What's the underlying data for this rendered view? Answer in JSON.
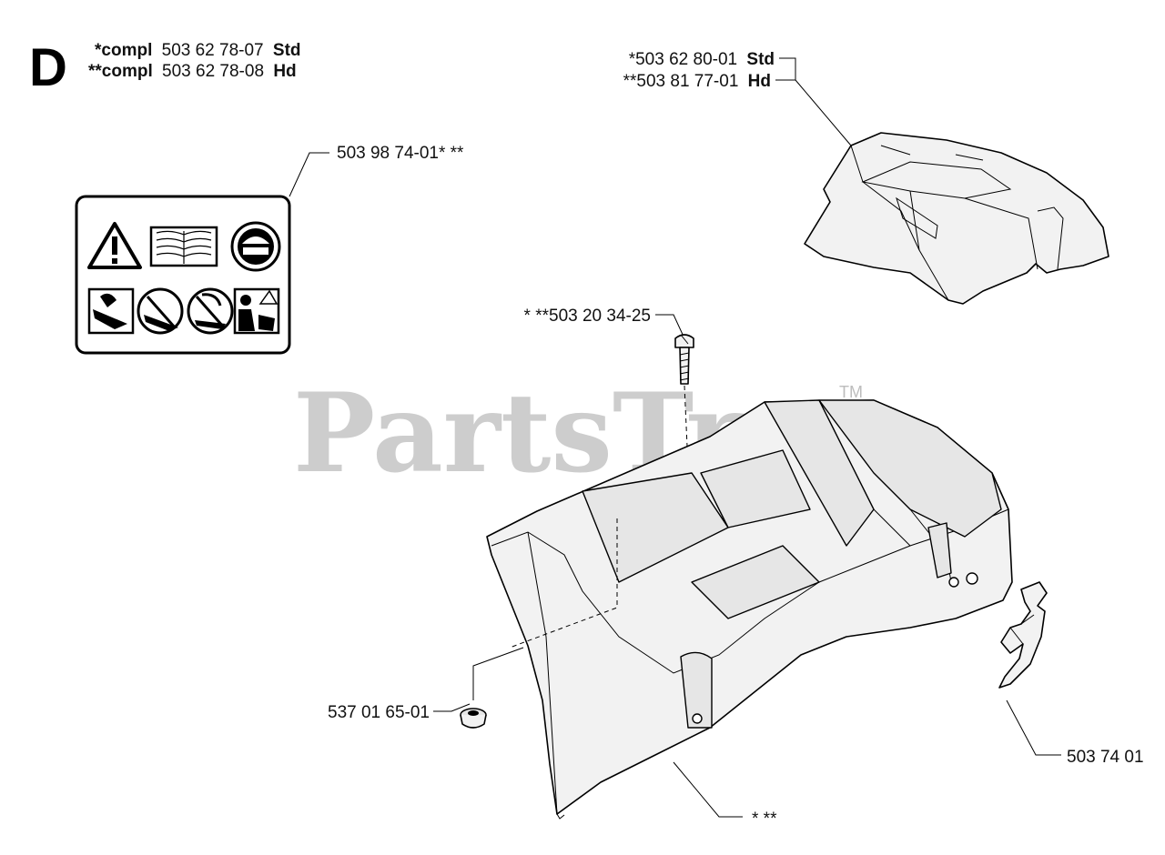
{
  "section": {
    "letter": "D",
    "assembly": [
      {
        "prefix": "*compl",
        "number": "503 62 78-07",
        "variant": "Std"
      },
      {
        "prefix": "**compl",
        "number": "503 62 78-08",
        "variant": "Hd"
      }
    ]
  },
  "watermark": {
    "text": "PartsTree",
    "mark": "TM"
  },
  "callouts": {
    "top_cover": [
      {
        "number": "*503 62 80-01",
        "variant": "Std"
      },
      {
        "number": "**503 81 77-01",
        "variant": "Hd"
      }
    ],
    "decal": "503 98 74-01* **",
    "screw": "* **503 20 34-25",
    "grommet": "537 01 65-01",
    "clip": "503 74 01",
    "cover": "* **"
  },
  "decal_icons": [
    "warning-triangle-icon",
    "manual-book-icon",
    "head-protection-icon",
    "hand-chain-icon",
    "no-one-hand-icon",
    "no-kickback-icon",
    "two-hand-operation-icon"
  ]
}
